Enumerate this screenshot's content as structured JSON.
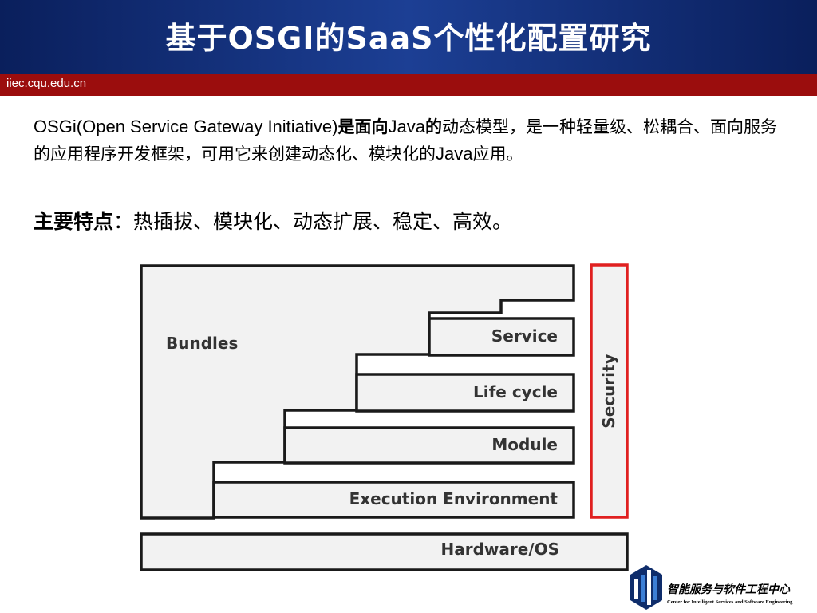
{
  "slide": {
    "title": "基于OSGI的SaaS个性化配置研究",
    "website": "iiec.cqu.edu.cn",
    "intro": {
      "part1": "OSGi(Open Service Gateway Initiative)",
      "part2": "是面向",
      "part3": "Java",
      "part4": "的",
      "part5": "动态模型，是一种轻量级、松耦合、面向服务的应用程序开发框架，可用它来创建动态化、模块化的",
      "part6": "Java",
      "part7": "应用。"
    },
    "features": {
      "label": "主要特点",
      "separator": "：",
      "text": "热插拔、模块化、动态扩展、稳定、高效。"
    }
  },
  "diagram": {
    "layers": {
      "bundles": "Bundles",
      "service": "Service",
      "lifecycle": "Life cycle",
      "module": "Module",
      "execution": "Execution Environment",
      "hardware": "Hardware/OS",
      "security": "Security"
    },
    "colors": {
      "fill": "#f2f2f2",
      "stroke": "#1a1a1a",
      "security_stroke": "#e02020"
    }
  },
  "logo": {
    "cn_name": "智能服务与软件工程中心",
    "en_name": "Center for Intelligent Services and Software Engineering",
    "colors": {
      "dark": "#0f2d6b",
      "light": "#3c7fd6"
    }
  }
}
